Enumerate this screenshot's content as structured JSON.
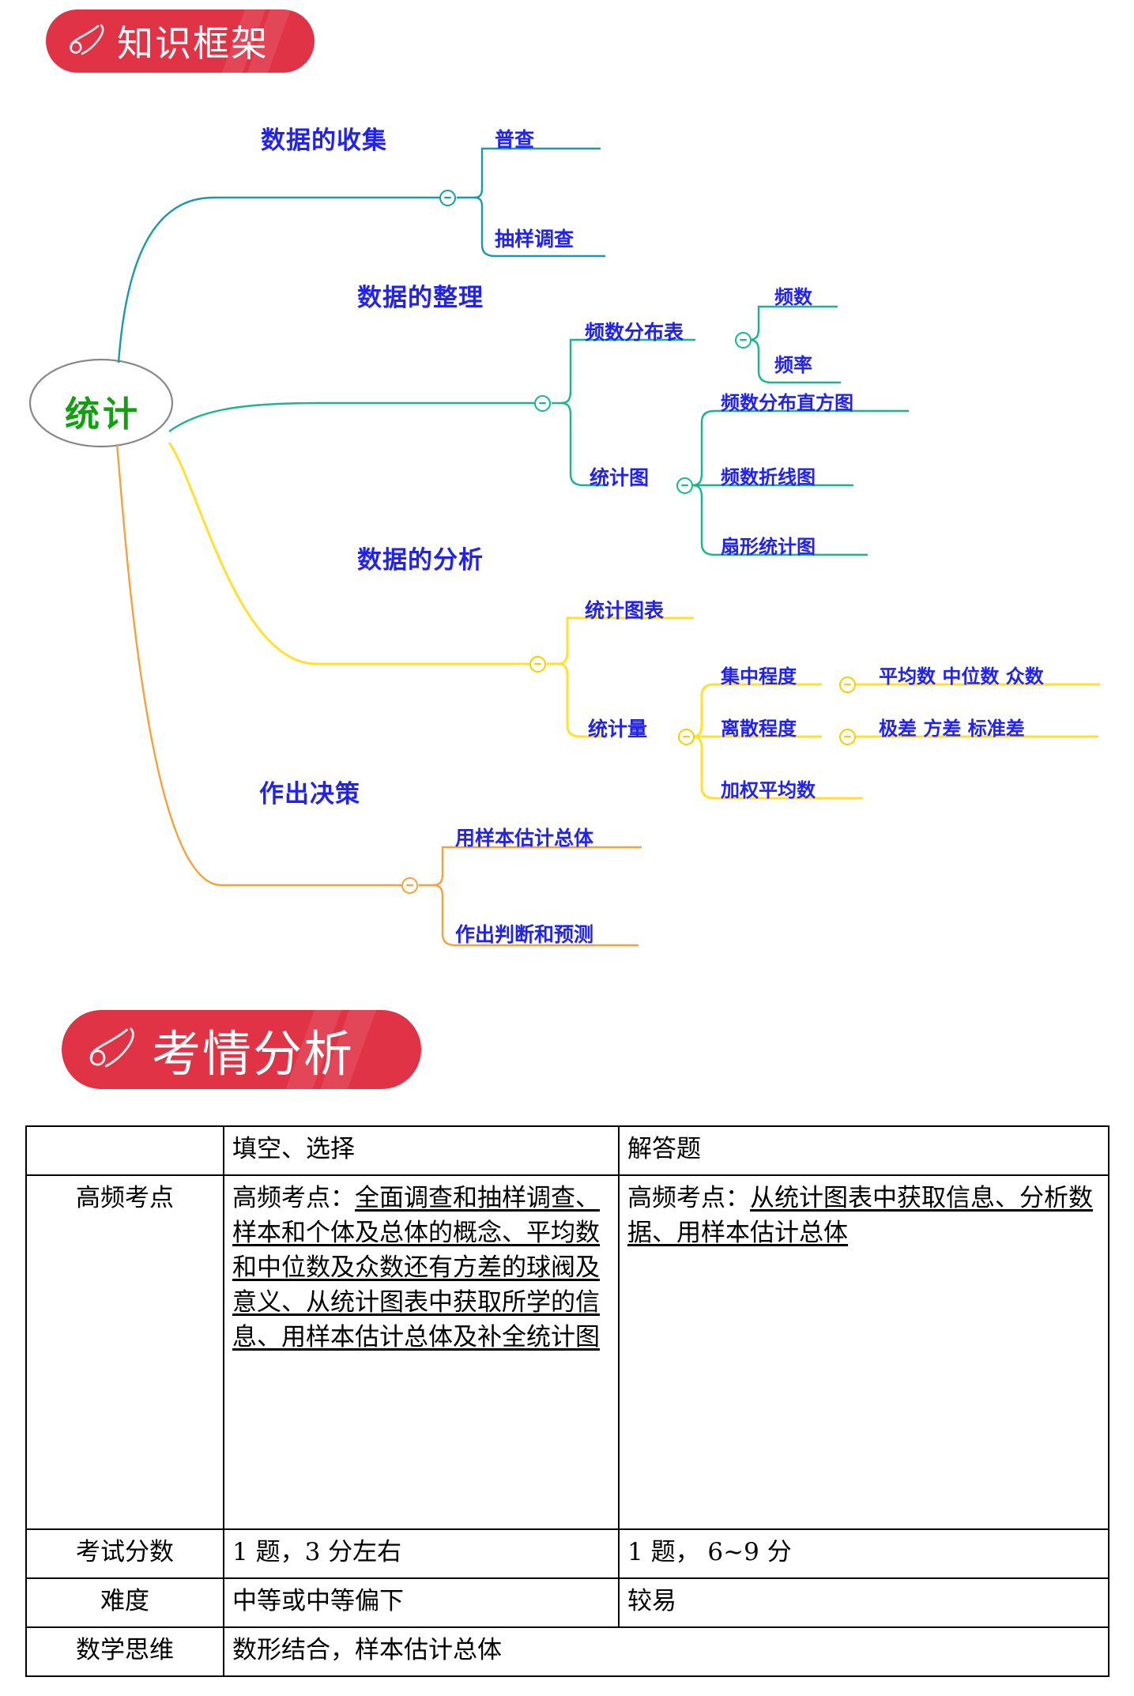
{
  "sections": {
    "knowledge": {
      "badge_label": "知识框架",
      "badge_icon": "check-mark-icon",
      "badge_color": "#e03345"
    },
    "exam": {
      "badge_label": "考情分析",
      "badge_icon": "check-mark-icon",
      "badge_color": "#e03345"
    }
  },
  "mindmap": {
    "center": {
      "label": "统计",
      "text_color": "#12a012",
      "outline_color": "#888888"
    },
    "toggle_icon": "collapse-minus-icon",
    "branches": [
      {
        "label": "数据的收集",
        "color": "#1a9aa8",
        "children": [
          {
            "label": "普查"
          },
          {
            "label": "抽样调查"
          }
        ]
      },
      {
        "label": "数据的整理",
        "color": "#19b58f",
        "children": [
          {
            "label": "频数分布表",
            "children": [
              {
                "label": "频数"
              },
              {
                "label": "频率"
              }
            ]
          },
          {
            "label": "统计图",
            "children": [
              {
                "label": "频数分布直方图"
              },
              {
                "label": "频数折线图"
              },
              {
                "label": "扇形统计图"
              }
            ]
          }
        ]
      },
      {
        "label": "数据的分析",
        "color": "#ffe033",
        "children": [
          {
            "label": "统计图表"
          },
          {
            "label": "统计量",
            "children": [
              {
                "label": "集中程度",
                "children": [
                  {
                    "label": "平均数  中位数  众数"
                  }
                ]
              },
              {
                "label": "离散程度",
                "children": [
                  {
                    "label": "极差  方差  标准差"
                  }
                ]
              },
              {
                "label": "加权平均数"
              }
            ]
          }
        ]
      },
      {
        "label": "作出决策",
        "color": "#f5a23c",
        "children": [
          {
            "label": "用样本估计总体"
          },
          {
            "label": "作出判断和预测"
          }
        ]
      }
    ]
  },
  "exam_table": {
    "header": {
      "corner": "",
      "col_a": "填空、选择",
      "col_b": "解答题"
    },
    "rows": [
      {
        "label": "高频考点",
        "a_prefix": "高频考点：",
        "a_underlined": "全面调查和抽样调查、样本和个体及总体的概念、平均数和中位数及众数还有方差的球阀及意义、从统计图表中获取所学的信息、用样本估计总体及补全统计图",
        "b_prefix": "高频考点：",
        "b_underlined": "从统计图表中获取信息、分析数据、用样本估计总体"
      },
      {
        "label": "考试分数",
        "a": "1 题，3 分左右",
        "b": "1 题， 6~9 分"
      },
      {
        "label": "难度",
        "a": "中等或中等偏下",
        "b": "较易"
      },
      {
        "label": "数学思维",
        "a": "数形结合，样本估计总体",
        "span": true
      }
    ]
  }
}
